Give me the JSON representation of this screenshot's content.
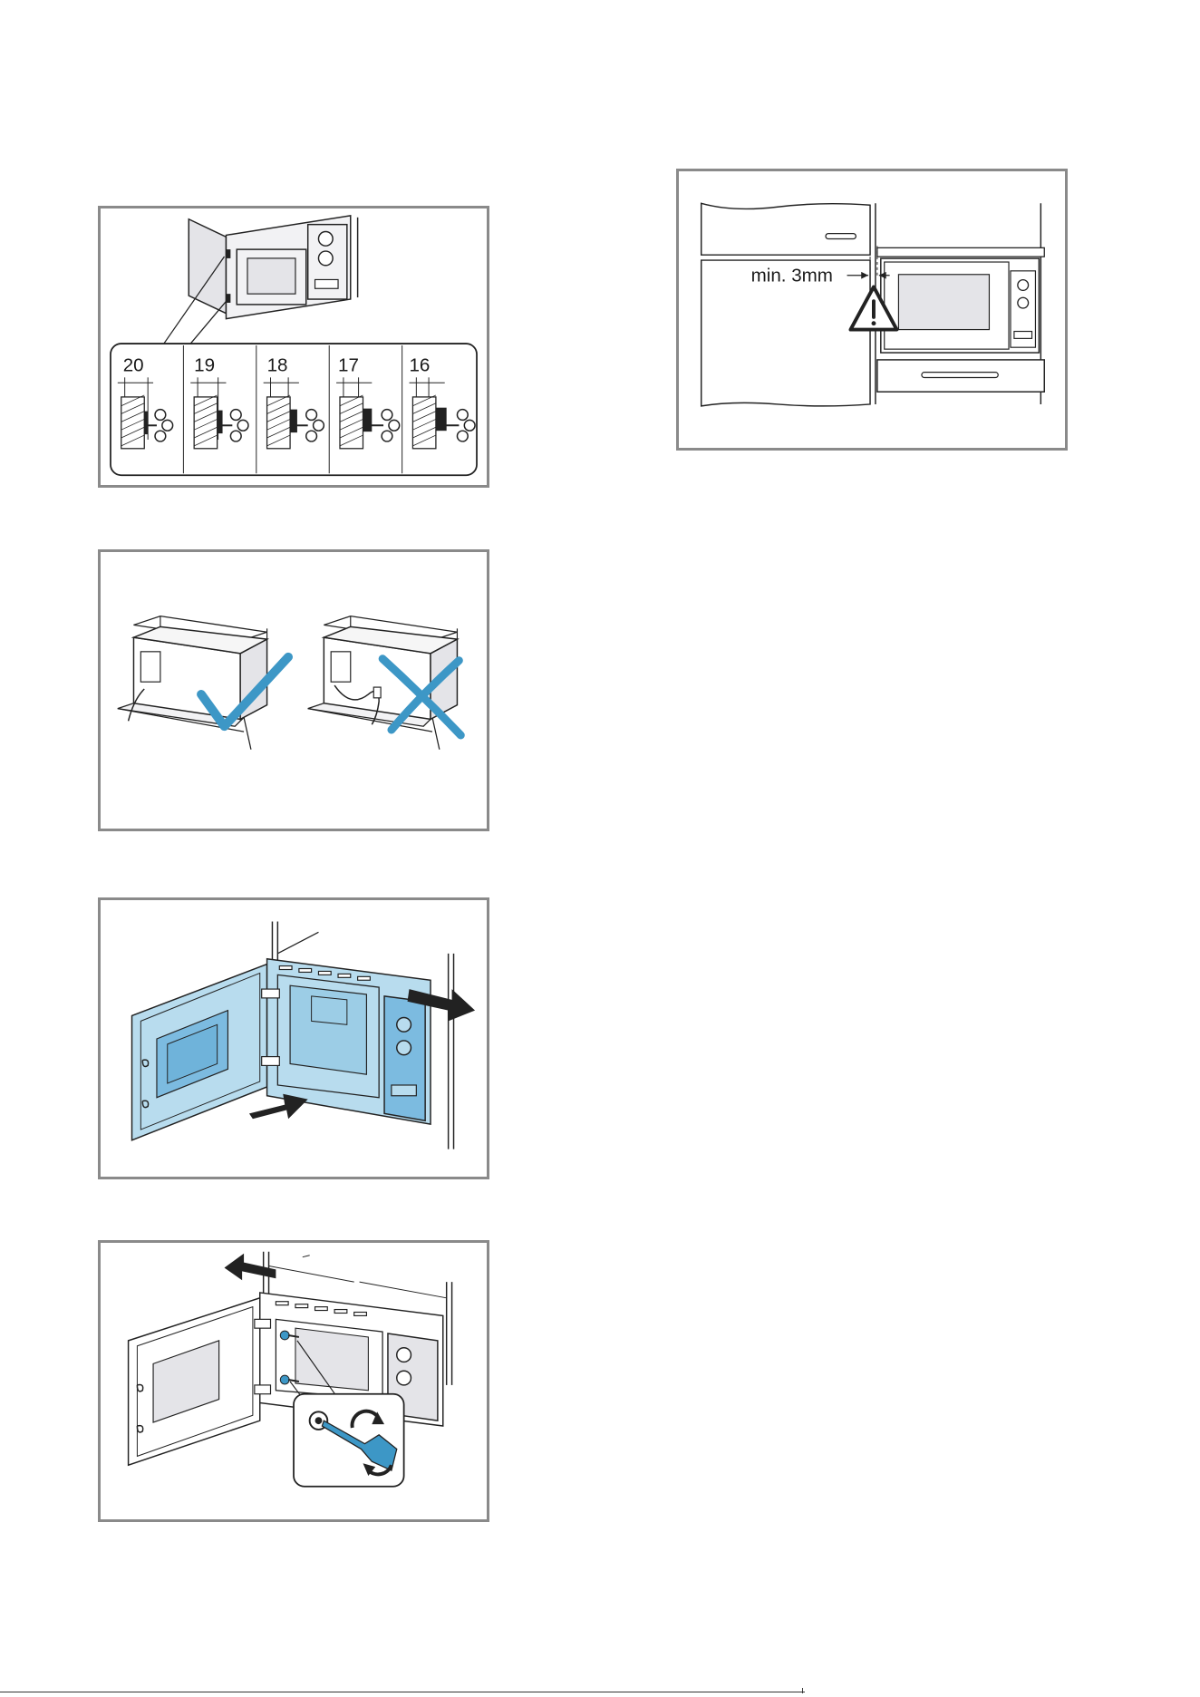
{
  "figures": {
    "spacer_options": {
      "labels": [
        "20",
        "19",
        "18",
        "17",
        "16"
      ]
    },
    "clearance": {
      "label": "min. 3mm"
    }
  },
  "colors": {
    "panel_border": "#8a8a8a",
    "accent_blue": "#3d97c6",
    "light_blue": "#b8dcee",
    "mid_blue": "#7cbbe0",
    "line": "#222222",
    "grey_fill": "#e4e4e8"
  },
  "icons": [
    "checkmark-icon",
    "cross-icon",
    "warning-triangle-icon",
    "rotate-arrow-icon",
    "arrow-icon"
  ]
}
